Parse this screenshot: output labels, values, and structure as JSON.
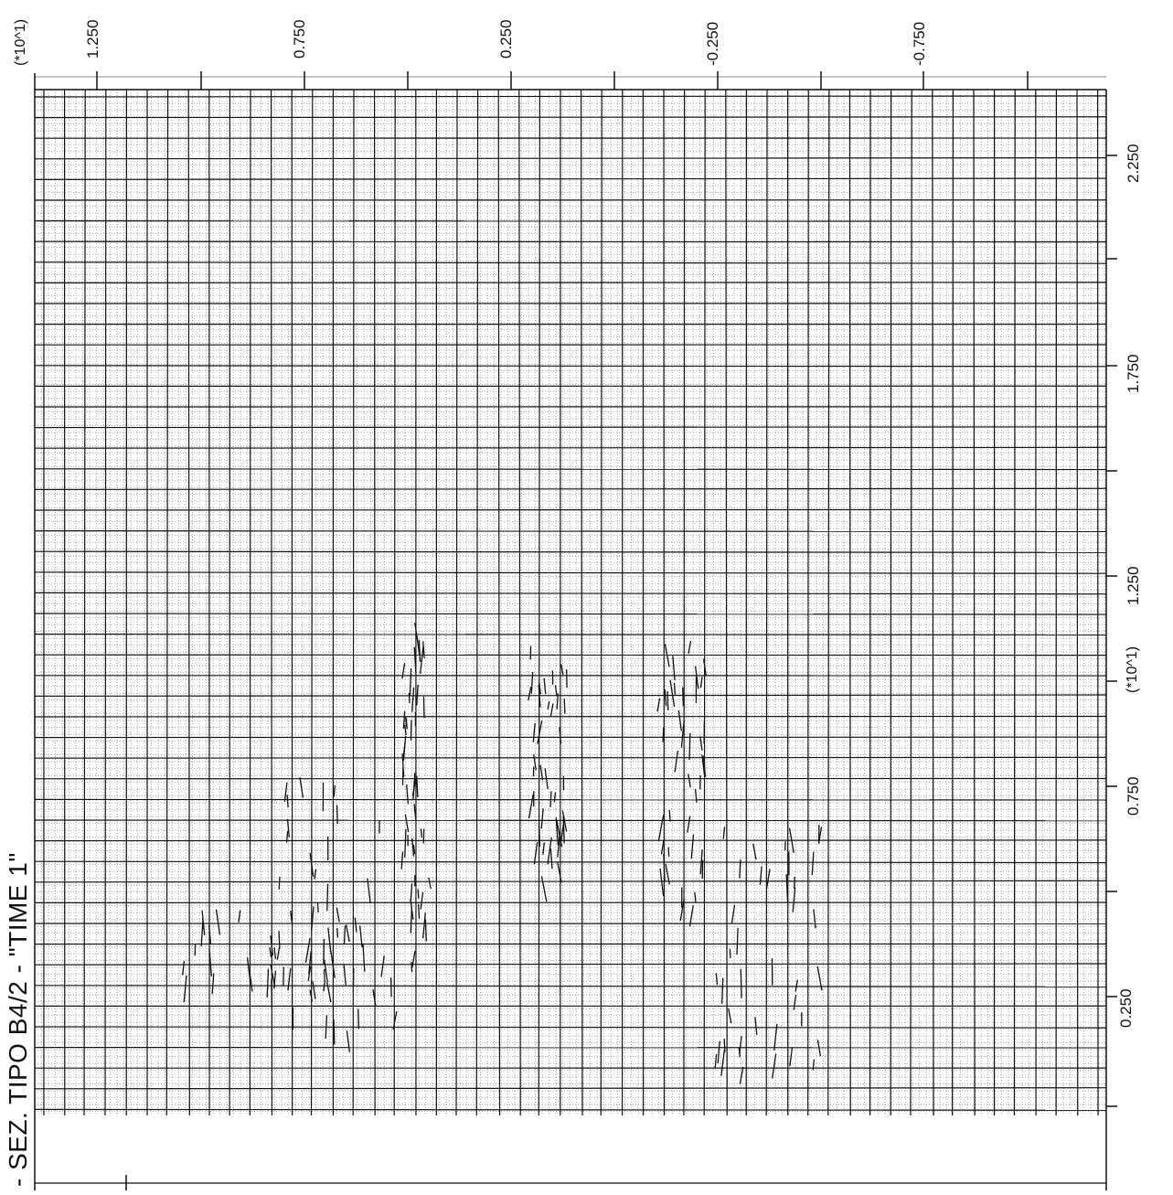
{
  "title": "- SEZ. TIPO B4/2 - \"TIME 1\"",
  "top_axis": {
    "multiplier": "(*10^1)",
    "ticks": [
      "1.250",
      "0.750",
      "0.250",
      "-0.250",
      "-0.750"
    ]
  },
  "right_axis": {
    "multiplier": "(*10^1)",
    "ticks": [
      "2.250",
      "1.750",
      "1.250",
      "0.750",
      "0.250"
    ]
  },
  "colors": {
    "ink": "#111111",
    "grid_dense": "#555555",
    "background": "#ffffff"
  }
}
